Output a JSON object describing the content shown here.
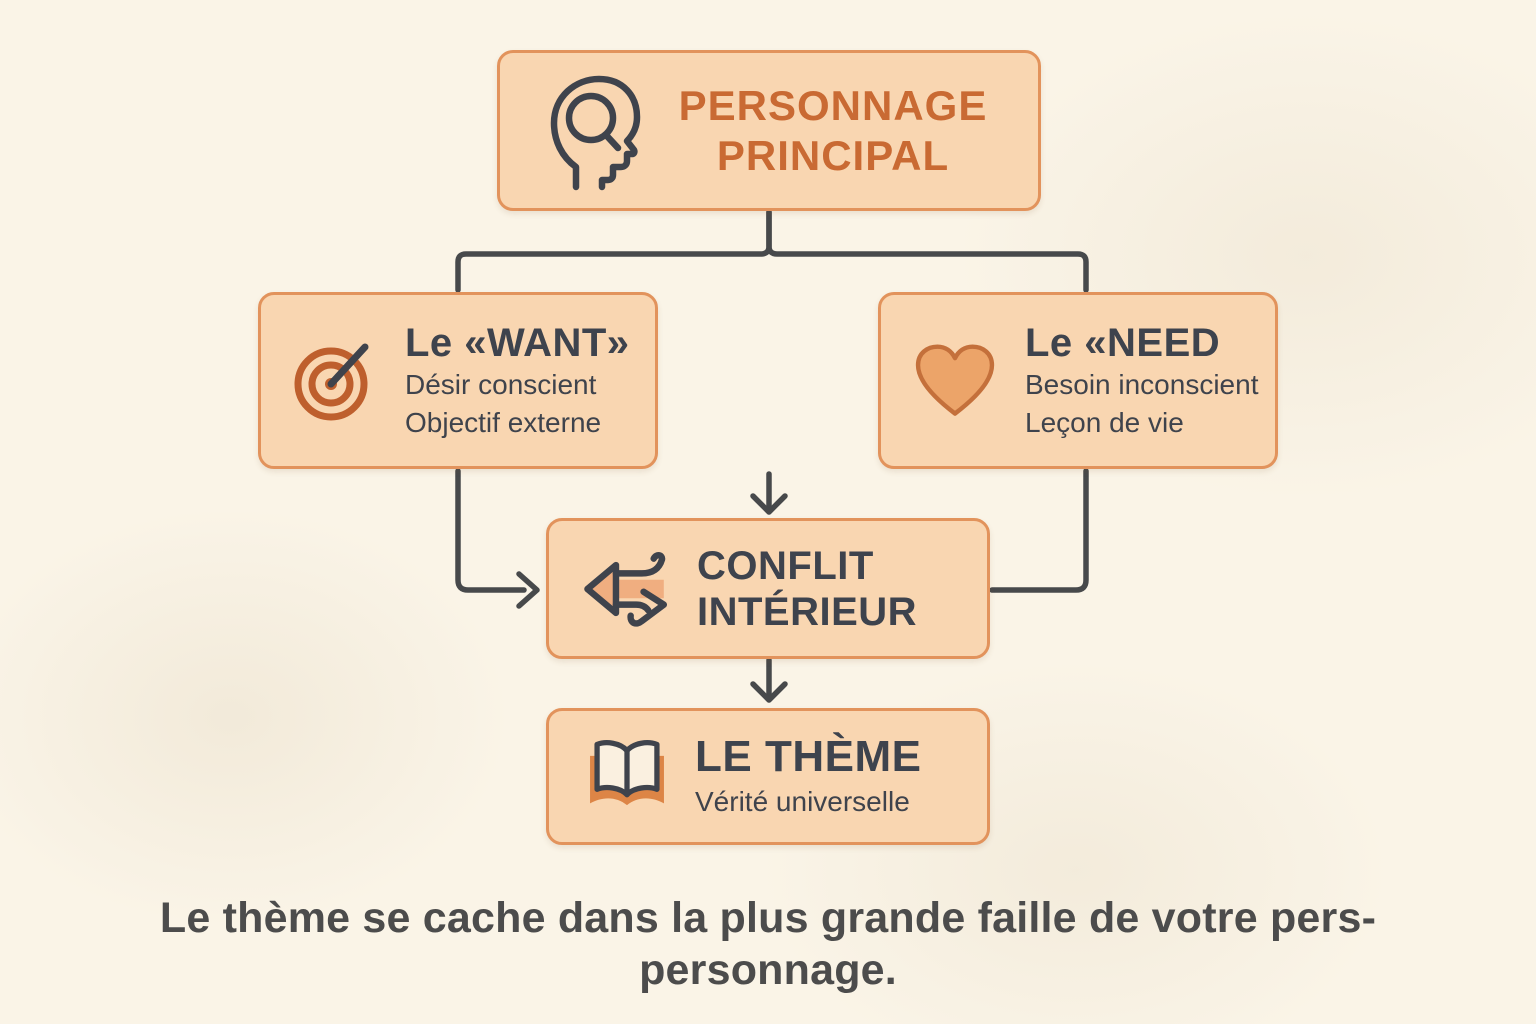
{
  "palette": {
    "background": "#faf4e7",
    "box_fill": "#f9d6b1",
    "box_border": "#e2935c",
    "accent_orange_text": "#c96a33",
    "dark_text": "#3e434d",
    "connector": "#47494b",
    "icon_orange": "#be5f2d",
    "icon_orange_light": "#f0ae80"
  },
  "nodes": {
    "main_character": {
      "icon": "head-search-icon",
      "line1": "PERSONNAGE",
      "line2": "PRINCIPAL"
    },
    "want": {
      "icon": "target-icon",
      "title": "Le «WANT»",
      "sub1": "Désir conscient",
      "sub2": "Objectif externe"
    },
    "need": {
      "icon": "heart-icon",
      "title": "Le «NEED",
      "sub1": "Besoin inconscient",
      "sub2": "Leçon de vie"
    },
    "conflict": {
      "icon": "opposing-arrows-icon",
      "line1": "CONFLIT",
      "line2": "INTÉRIEUR"
    },
    "theme": {
      "icon": "open-book-icon",
      "title": "LE THÈME",
      "sub": "Vérité universelle"
    }
  },
  "caption": {
    "line1": "Le thème se cache dans la plus grande faille de votre pers-",
    "line2": "personnage."
  }
}
